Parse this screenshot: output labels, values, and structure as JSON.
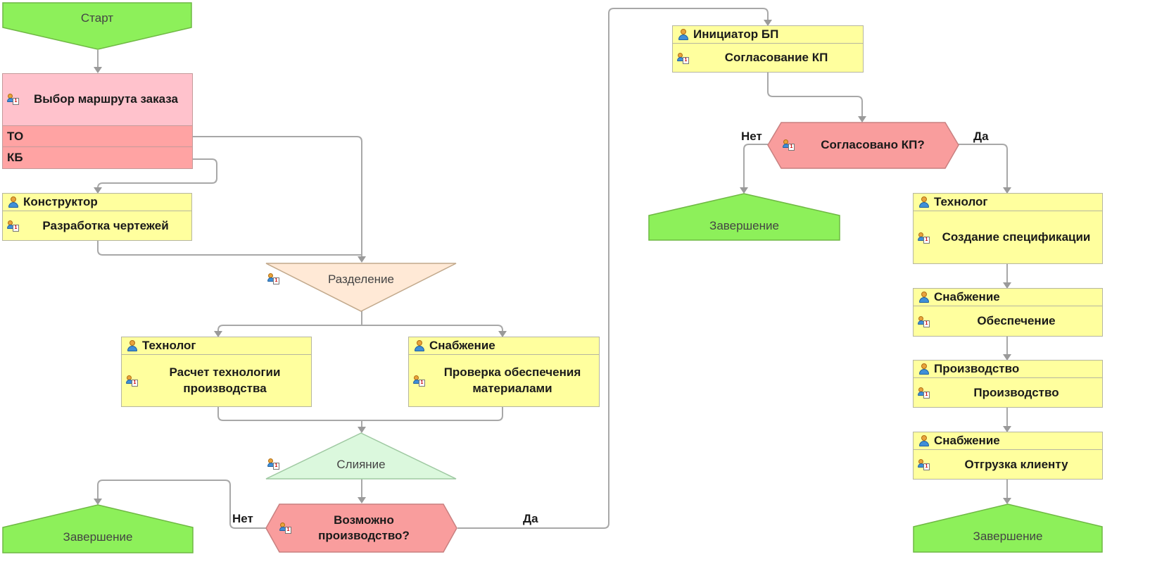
{
  "start": {
    "label": "Старт"
  },
  "route_selection": {
    "title": "Выбор маршрута заказа",
    "options": [
      "ТО",
      "КБ"
    ]
  },
  "design": {
    "role": "Конструктор",
    "task": "Разработка чертежей"
  },
  "split": {
    "label": "Разделение"
  },
  "tech_calc": {
    "role": "Технолог",
    "task": "Расчет технологии производства"
  },
  "supply_check": {
    "role": "Снабжение",
    "task": "Проверка обеспечения материалами"
  },
  "merge": {
    "label": "Слияние"
  },
  "production_possible": {
    "label": "Возможно производство?",
    "no": "Нет",
    "yes": "Да"
  },
  "end_left": {
    "label": "Завершение"
  },
  "approval": {
    "role": "Инициатор БП",
    "task": "Согласование КП"
  },
  "approved": {
    "label": "Согласовано КП?",
    "no": "Нет",
    "yes": "Да"
  },
  "end_middle": {
    "label": "Завершение"
  },
  "spec": {
    "role": "Технолог",
    "task": "Создание спецификации"
  },
  "provision": {
    "role": "Снабжение",
    "task": "Обеспечение"
  },
  "production": {
    "role": "Производство",
    "task": "Производство"
  },
  "shipment": {
    "role": "Снабжение",
    "task": "Отгрузка клиенту"
  },
  "end_right": {
    "label": "Завершение"
  },
  "colors": {
    "task_fill": "#ffff9e",
    "start_end_fill": "#8df05a",
    "condition_fill": "#f99d9d",
    "route_fill": "#ffc2cc",
    "split_fill": "#ffe9d6",
    "merge_fill": "#dbf8dd",
    "connector": "#a8a8a8"
  }
}
